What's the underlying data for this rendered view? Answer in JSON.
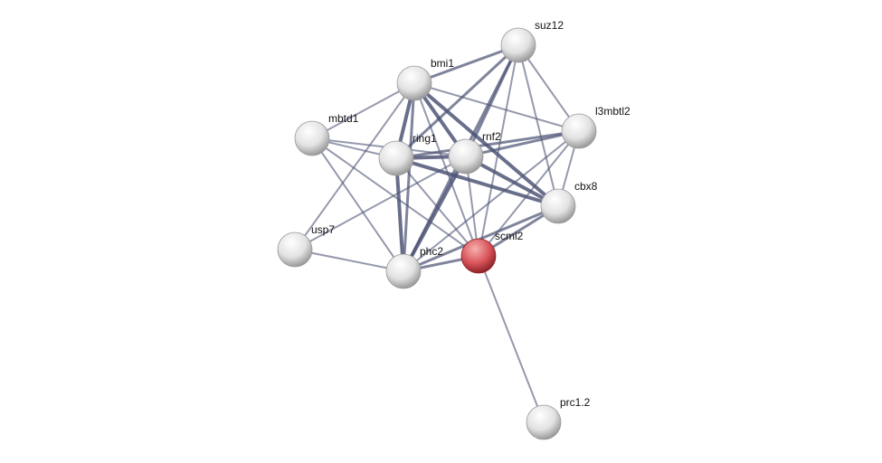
{
  "network": {
    "query_color": "#d9545a",
    "node_color": "#e4e4e4",
    "edge_color": "#4a5273",
    "nodes": [
      {
        "id": "suz12",
        "label": "suz12",
        "query": false
      },
      {
        "id": "bmi1",
        "label": "bmi1",
        "query": false
      },
      {
        "id": "l3mbtl2",
        "label": "l3mbtl2",
        "query": false
      },
      {
        "id": "mbtd1",
        "label": "mbtd1",
        "query": false
      },
      {
        "id": "ring1",
        "label": "ring1",
        "query": false
      },
      {
        "id": "rnf2",
        "label": "rnf2",
        "query": false
      },
      {
        "id": "cbx8",
        "label": "cbx8",
        "query": false
      },
      {
        "id": "usp7",
        "label": "usp7",
        "query": false
      },
      {
        "id": "phc2",
        "label": "phc2",
        "query": false
      },
      {
        "id": "scml2",
        "label": "scml2",
        "query": true
      },
      {
        "id": "prc1.2",
        "label": "prc1.2",
        "query": false
      }
    ],
    "edges": [
      [
        "bmi1",
        "suz12",
        3
      ],
      [
        "bmi1",
        "mbtd1",
        2
      ],
      [
        "bmi1",
        "ring1",
        4
      ],
      [
        "bmi1",
        "rnf2",
        4
      ],
      [
        "bmi1",
        "cbx8",
        4
      ],
      [
        "bmi1",
        "phc2",
        3
      ],
      [
        "bmi1",
        "scml2",
        2
      ],
      [
        "bmi1",
        "l3mbtl2",
        2
      ],
      [
        "bmi1",
        "usp7",
        2
      ],
      [
        "suz12",
        "ring1",
        3
      ],
      [
        "suz12",
        "rnf2",
        3
      ],
      [
        "suz12",
        "cbx8",
        2
      ],
      [
        "suz12",
        "l3mbtl2",
        2
      ],
      [
        "suz12",
        "scml2",
        2
      ],
      [
        "suz12",
        "phc2",
        3
      ],
      [
        "mbtd1",
        "ring1",
        2
      ],
      [
        "mbtd1",
        "rnf2",
        2
      ],
      [
        "mbtd1",
        "phc2",
        2
      ],
      [
        "mbtd1",
        "scml2",
        2
      ],
      [
        "ring1",
        "rnf2",
        4
      ],
      [
        "ring1",
        "l3mbtl2",
        3
      ],
      [
        "ring1",
        "cbx8",
        4
      ],
      [
        "ring1",
        "phc2",
        4
      ],
      [
        "ring1",
        "scml2",
        2
      ],
      [
        "rnf2",
        "l3mbtl2",
        3
      ],
      [
        "rnf2",
        "cbx8",
        4
      ],
      [
        "rnf2",
        "phc2",
        4
      ],
      [
        "rnf2",
        "scml2",
        2
      ],
      [
        "rnf2",
        "usp7",
        2
      ],
      [
        "l3mbtl2",
        "cbx8",
        2
      ],
      [
        "l3mbtl2",
        "scml2",
        2
      ],
      [
        "l3mbtl2",
        "phc2",
        2
      ],
      [
        "cbx8",
        "scml2",
        3
      ],
      [
        "cbx8",
        "phc2",
        3
      ],
      [
        "usp7",
        "phc2",
        2
      ],
      [
        "phc2",
        "scml2",
        3
      ],
      [
        "scml2",
        "prc1.2",
        2
      ]
    ]
  }
}
